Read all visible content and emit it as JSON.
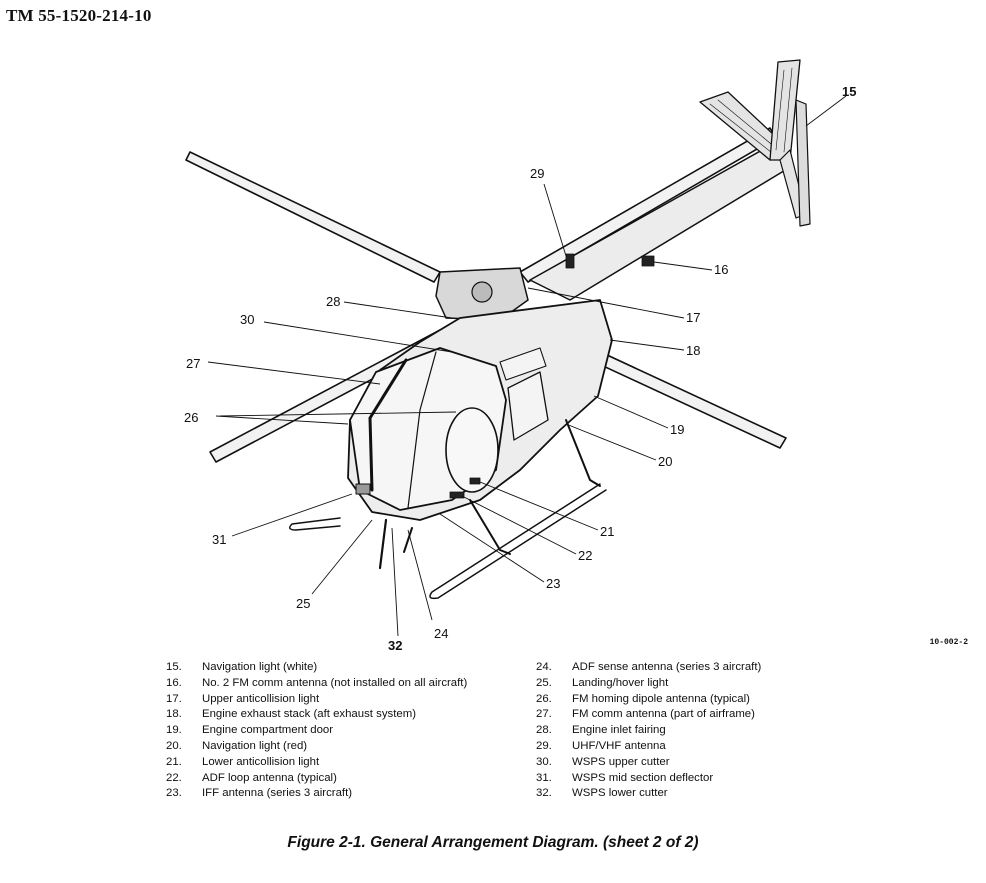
{
  "header": {
    "doc_number": "TM 55-1520-214-10"
  },
  "figure_ref": "10-002-2",
  "callouts": [
    "15",
    "16",
    "17",
    "18",
    "19",
    "20",
    "21",
    "22",
    "23",
    "24",
    "25",
    "26",
    "27",
    "28",
    "29",
    "30",
    "31",
    "32"
  ],
  "legend_left": [
    {
      "num": "15.",
      "text": "Navigation light (white)"
    },
    {
      "num": "16.",
      "text": "No. 2 FM comm antenna (not installed on all aircraft)"
    },
    {
      "num": "17.",
      "text": "Upper anticollision light"
    },
    {
      "num": "18.",
      "text": "Engine exhaust stack (aft exhaust system)"
    },
    {
      "num": "19.",
      "text": "Engine compartment door"
    },
    {
      "num": "20.",
      "text": "Navigation light (red)"
    },
    {
      "num": "21.",
      "text": "Lower anticollision light"
    },
    {
      "num": "22.",
      "text": "ADF loop antenna (typical)"
    },
    {
      "num": "23.",
      "text": "IFF antenna (series 3 aircraft)"
    }
  ],
  "legend_right": [
    {
      "num": "24.",
      "text": "ADF sense antenna (series 3 aircraft)"
    },
    {
      "num": "25.",
      "text": "Landing/hover light"
    },
    {
      "num": "26.",
      "text": "FM homing dipole antenna (typical)"
    },
    {
      "num": "27.",
      "text": "FM comm antenna (part of airframe)"
    },
    {
      "num": "28.",
      "text": "Engine inlet fairing"
    },
    {
      "num": "29.",
      "text": "UHF/VHF antenna"
    },
    {
      "num": "30.",
      "text": "WSPS upper cutter"
    },
    {
      "num": "31.",
      "text": "WSPS mid section deflector"
    },
    {
      "num": "32.",
      "text": "WSPS lower cutter"
    }
  ],
  "caption": "Figure 2-1. General Arrangement Diagram. (sheet 2 of 2)"
}
